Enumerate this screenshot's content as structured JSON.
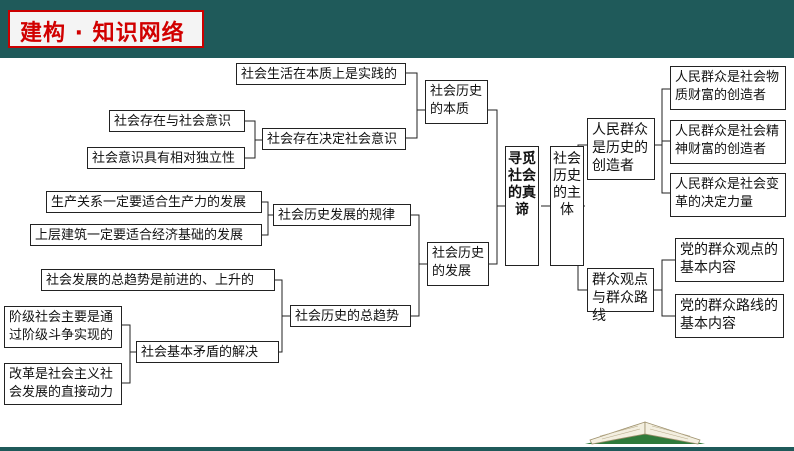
{
  "title": "建构 · 知识网络",
  "nodes": {
    "n1": "社会生活在本质上是实践的",
    "n2": "社会存在与社会意识",
    "n3": "社会意识具有相对独立性",
    "n4": "社会存在决定社会意识",
    "n5": "社会历史的本质",
    "n6": "生产关系一定要适合生产力的发展",
    "n7": "上层建筑一定要适合经济基础的发展",
    "n8": "社会历史发展的规律",
    "n9": "社会历史的发展",
    "n10": "社会发展的总趋势是前进的、上升的",
    "n11": "阶级社会主要是通过阶级斗争实现的",
    "n12": "改革是社会主义社会发展的直接动力",
    "n13": "社会基本矛盾的解决",
    "n14": "社会历史的总趋势",
    "center1": "寻觅社会的真谛",
    "center2": "社会历史的主体",
    "r1": "人民群众是历史的创造者",
    "r2": "群众观点与群众路线",
    "r3": "人民群众是社会物质财富的创造者",
    "r4": "人民群众是社会精神财富的创造者",
    "r5": "人民群众是社会变革的决定力量",
    "r6": "党的群众观点的基本内容",
    "r7": "党的群众路线的基本内容"
  },
  "colors": {
    "title_red": "#d10000",
    "background": "#1f5a5a"
  },
  "icons": [
    "book-icon"
  ]
}
